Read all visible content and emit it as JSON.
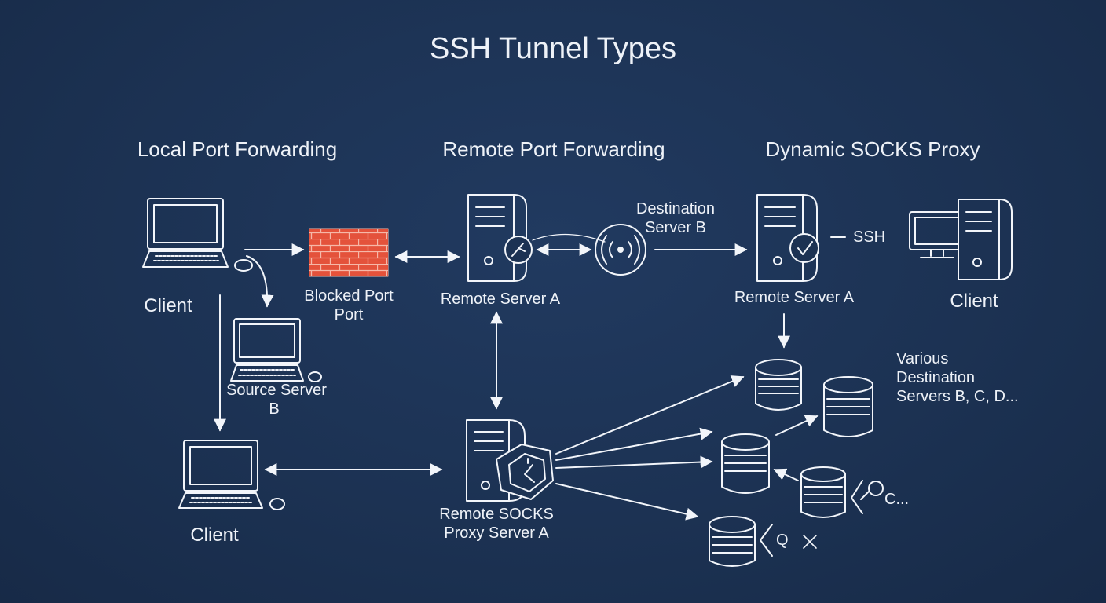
{
  "title": "SSH Tunnel Types",
  "sections": {
    "local": "Local Port Forwarding",
    "remote": "Remote Port Forwarding",
    "dynamic": "Dynamic SOCKS Proxy"
  },
  "labels": {
    "client_top_left": "Client",
    "blocked_port_line1": "Blocked Port",
    "blocked_port_line2": "Port",
    "source_server_line1": "Source Server",
    "source_server_line2": "B",
    "client_bottom_left": "Client",
    "remote_server_a_middle": "Remote Server A",
    "destination_server_line1": "Destination",
    "destination_server_line2": "Server B",
    "socks_proxy_line1": "Remote SOCKS",
    "socks_proxy_line2": "Proxy Server A",
    "remote_server_a_right": "Remote Server A",
    "ssh": "SSH",
    "client_right": "Client",
    "various_line1": "Various",
    "various_line2": "Destination",
    "various_line3": "Servers B, C, D...",
    "c_more": "C...",
    "q_mark": "Q"
  },
  "colors": {
    "background": "#1c3253",
    "line": "#f2f5fa",
    "firewall": "#e4523b"
  }
}
